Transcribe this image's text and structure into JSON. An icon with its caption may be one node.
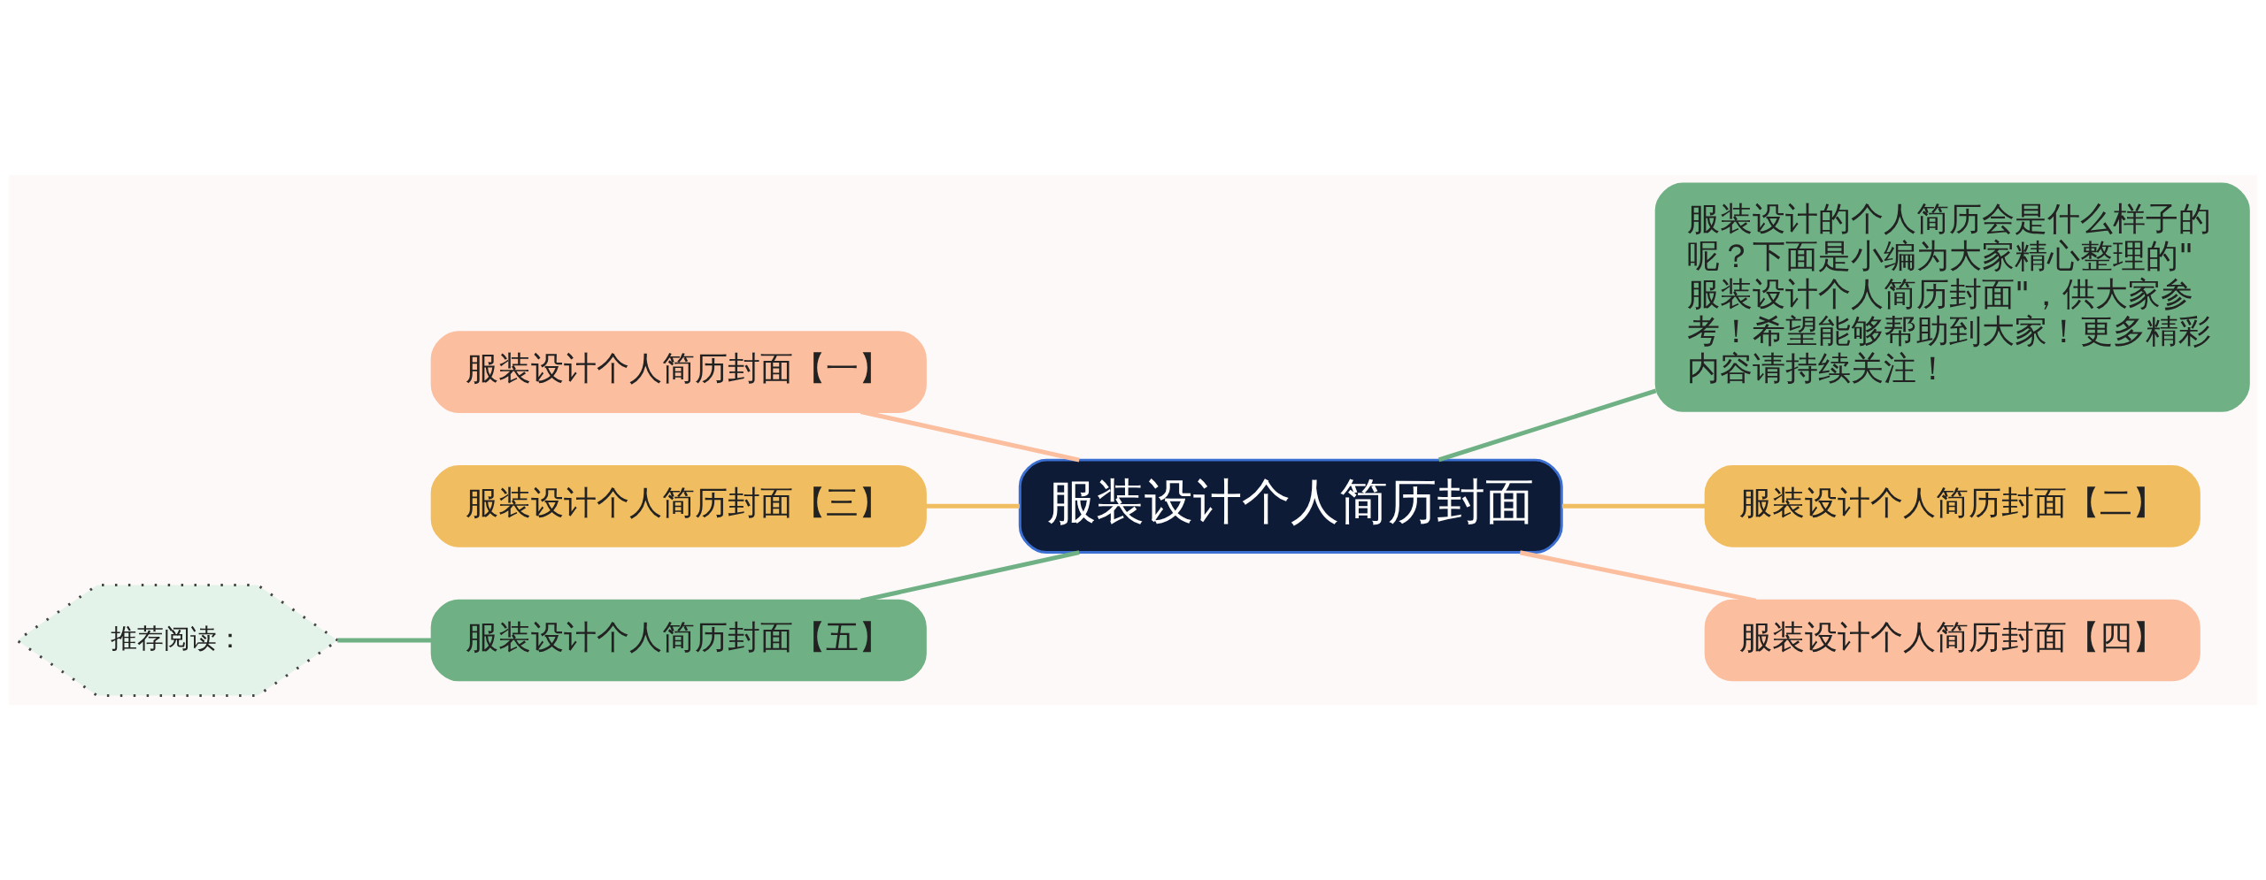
{
  "diagram": {
    "nodes": [
      {
        "text": [
          "服装设计个人简历封面"
        ]
      },
      {
        "text": [
          "服装设计的个人简历会是什么样子的呢？下面是小编为大家精心整理的\"服装设计个人简历封面\"，供大家参考！希望能够帮助到大家！更多精彩内容请持续关注！"
        ]
      },
      {
        "text": [
          "服装设计个人简历封面【二】"
        ]
      },
      {
        "text": [
          "服装设计个人简历封面【四】"
        ]
      },
      {
        "text": [
          "服装设计个人简历封面【一】"
        ]
      },
      {
        "text": [
          "服装设计个人简历封面【三】"
        ]
      },
      {
        "text": [
          "服装设计个人简历封面【五】"
        ]
      },
      {
        "text": [
          "推荐阅读："
        ]
      }
    ],
    "edges": [
      {
        "from": 0,
        "to": 1,
        "arrow": "none",
        "color": "#6fb084"
      },
      {
        "from": 0,
        "to": 2,
        "arrow": "none",
        "color": "#f0bd60"
      },
      {
        "from": 0,
        "to": 3,
        "arrow": "none",
        "color": "#fbbf9f"
      },
      {
        "from": 0,
        "to": 4,
        "arrow": "none",
        "color": "#fbbf9f"
      },
      {
        "from": 0,
        "to": 5,
        "arrow": "none",
        "color": "#f0bd60"
      },
      {
        "from": 0,
        "to": 6,
        "arrow": "none",
        "color": "#6fb084"
      },
      {
        "from": 6,
        "to": 7,
        "arrow": "none",
        "color": "#6fb084"
      }
    ]
  }
}
